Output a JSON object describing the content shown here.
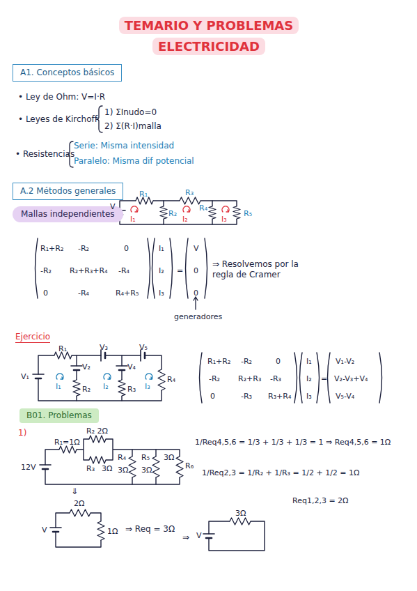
{
  "diagram": {
    "title": "TEMARIO Y PROBLEMAS ELECTRICIDAD",
    "nodes": [
      {
        "text": [
          "A1. Conceptos básicos"
        ]
      },
      {
        "text": [
          "A.2 Métodos generales"
        ]
      },
      {
        "text": [
          "Mallas independientes"
        ]
      },
      {
        "text": [
          "B01. Problemas"
        ]
      }
    ],
    "labels": [
      "• Ley de Ohm: V=I·R",
      "• Leyes de Kirchoff",
      "1) ΣInudo=0",
      "2) Σ(R·I)malla",
      "• Resistencias",
      "Serie: Misma intensidad",
      "Paralelo: Misma dif potencial",
      "V",
      "R₁",
      "R₃",
      "R₂",
      "R₄",
      "R₅",
      "I₁",
      "I₂",
      "I₃",
      "R₁+R₂",
      "-R₂",
      "0",
      "-R₂",
      "R₂+R₃+R₄",
      "-R₄",
      "0",
      "-R₄",
      "R₄+R₅",
      "I₁",
      "I₂",
      "I₃",
      "=",
      "V",
      "0",
      "0",
      "⇒ Resolvemos por la regla de Cramer",
      "generadores",
      "Ejercicio",
      "V₁",
      "R₁",
      "V₂",
      "R₂",
      "V₃",
      "V₄",
      "R₃",
      "V₅",
      "R₄",
      "I₁",
      "I₂",
      "I₃",
      "R₁+R₂",
      "-R₂",
      "0",
      "-R₂",
      "R₂+R₃",
      "-R₃",
      "0",
      "-R₃",
      "R₃+R₄",
      "I₁",
      "I₂",
      "I₃",
      "=",
      "V₁-V₂",
      "V₂-V₃+V₄",
      "V₅-V₄",
      "1)",
      "R₁=1Ω",
      "R₂ 2Ω",
      "R₃",
      "3Ω",
      "R₄",
      "3Ω",
      "R₅",
      "3Ω",
      "3Ω",
      "R₆",
      "12V",
      "1/Req4,5,6 = 1/3 + 1/3 + 1/3 = 1 ⇒ Req4,5,6 = 1Ω",
      "1/Req2,3 = 1/R₂ + 1/R₃ = 1/2 + 1/2 = 1Ω",
      "Req1,2,3 = 2Ω",
      "⇓",
      "2Ω",
      "V",
      "1Ω",
      "⇒ Req = 3Ω",
      "⇒",
      "3Ω",
      "V"
    ]
  }
}
